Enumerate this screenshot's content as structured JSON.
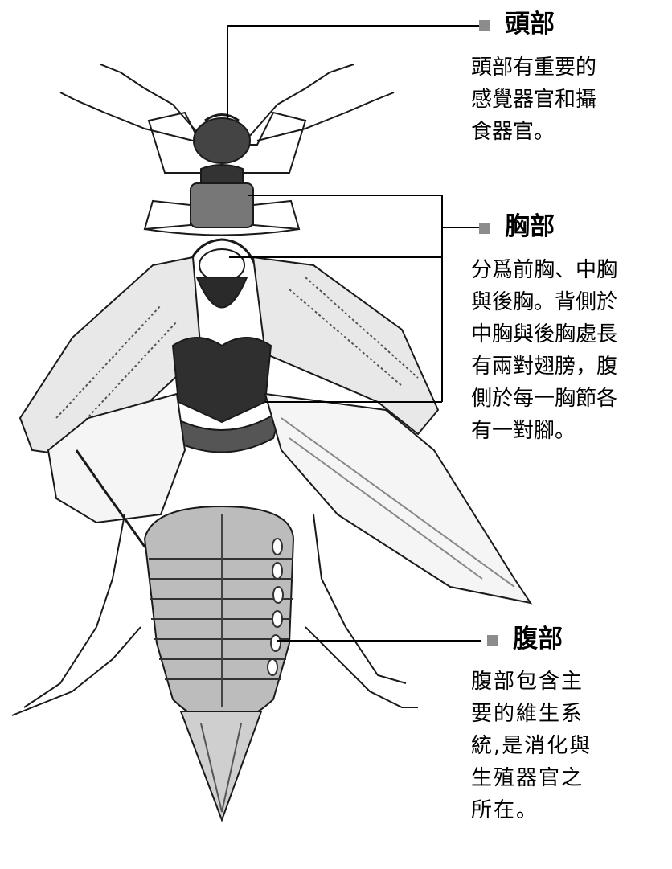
{
  "labels": {
    "head": {
      "title": "頭部",
      "lines": [
        "頭部有重要的",
        "感覺器官和攝",
        "食器官。"
      ]
    },
    "thorax": {
      "title": "胸部",
      "lines": [
        "分爲前胸、中胸",
        "與後胸。背側於",
        "中胸與後胸處長",
        "有兩對翅膀，腹",
        "側於每一胸節各",
        "有一對腳。"
      ]
    },
    "abdomen": {
      "title": "腹部",
      "lines": [
        "腹部包含主",
        "要的維生系",
        "統,是消化與",
        "生殖器官之",
        "所在。"
      ]
    }
  },
  "colors": {
    "bullet": "#8c8c8c",
    "line": "#000000",
    "ink": "#1a1a1a"
  }
}
